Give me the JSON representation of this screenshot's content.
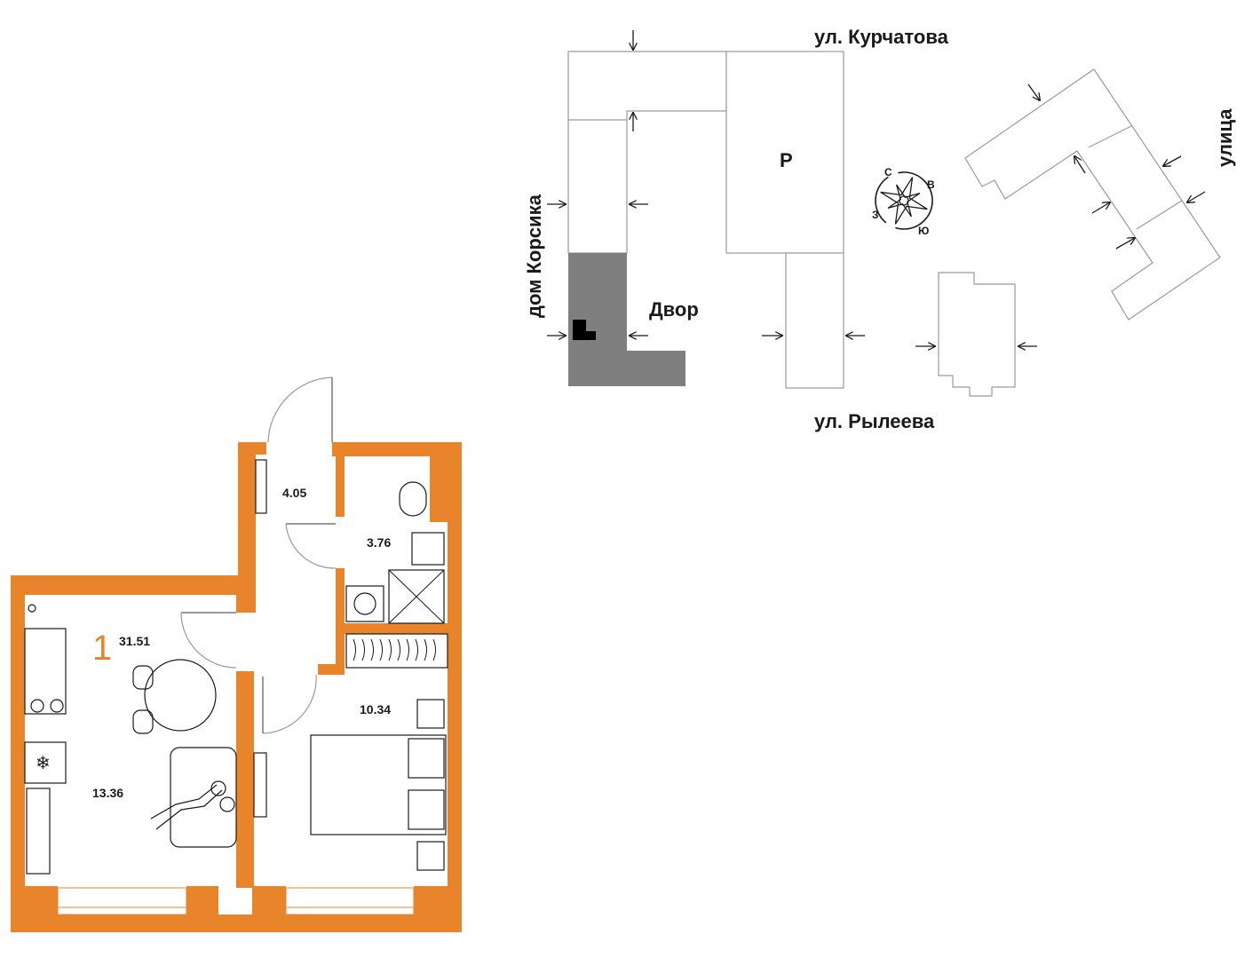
{
  "site_plan": {
    "street_top": "ул. Курчатова",
    "street_bottom": "ул. Рылеева",
    "street_right": "улица",
    "building_left": "дом Корсика",
    "courtyard": "Двор",
    "parking": "Р",
    "compass": {
      "n": "С",
      "e": "В",
      "s": "Ю",
      "w": "З"
    }
  },
  "floor_plan": {
    "rooms_count": "1",
    "total_area": "31.51",
    "rooms": {
      "hall": "4.05",
      "bathroom": "3.76",
      "kitchen_living": "13.36",
      "bedroom": "10.34"
    }
  },
  "colors": {
    "wall": "#e8842a",
    "highlight": "#7f7f7f",
    "outline": "#9a9a9a"
  }
}
